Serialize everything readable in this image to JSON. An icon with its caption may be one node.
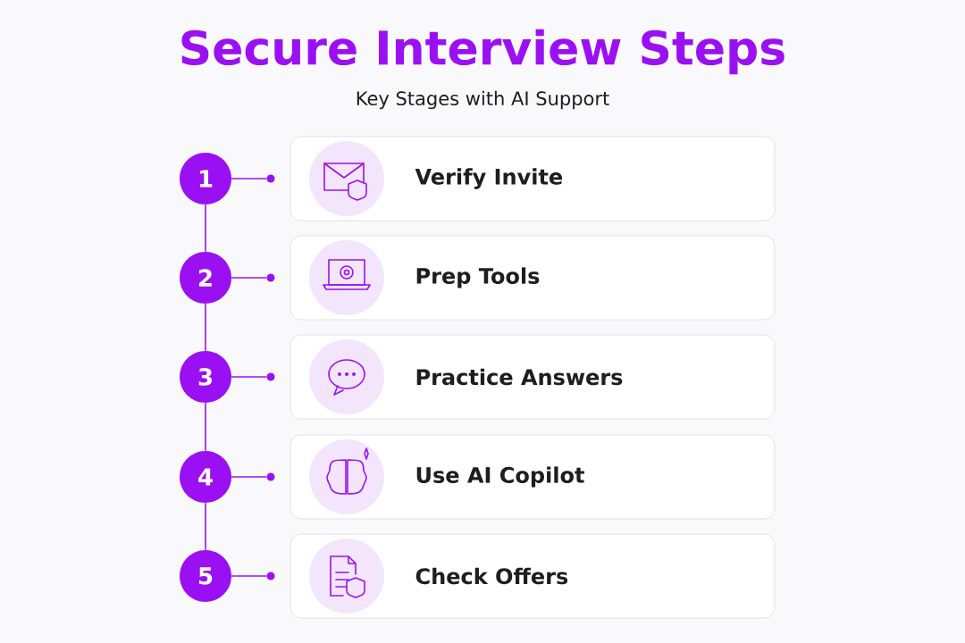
{
  "diagram": {
    "title": "Secure Interview Steps",
    "caption": "Key Stages with AI Support",
    "nodes": [
      {
        "text": [
          "1"
        ]
      },
      {
        "text": [],
        "shape": "circle"
      },
      {
        "text": [
          "Verify Invite"
        ]
      },
      {
        "text": [
          "2"
        ]
      },
      {
        "text": [],
        "shape": "circle"
      },
      {
        "text": [
          "Prep Tools"
        ]
      },
      {
        "text": [
          "3"
        ]
      },
      {
        "text": [],
        "shape": "circle"
      },
      {
        "text": [
          "Practice Answers"
        ]
      },
      {
        "text": [
          "4"
        ]
      },
      {
        "text": [],
        "shape": "circle"
      },
      {
        "text": [
          "Use AI Copilot"
        ]
      },
      {
        "text": [
          "5"
        ]
      },
      {
        "text": [],
        "shape": "circle"
      },
      {
        "text": [
          "Check Offers"
        ]
      }
    ],
    "edges": [
      {
        "from": 0,
        "to": 1,
        "arrow": "none"
      },
      {
        "from": 3,
        "to": 4,
        "arrow": "none"
      },
      {
        "from": 6,
        "to": 7,
        "arrow": "none"
      },
      {
        "from": 9,
        "to": 10,
        "arrow": "none"
      },
      {
        "from": 12,
        "to": 13,
        "arrow": "none"
      },
      {
        "from": 0,
        "to": 3,
        "arrow": "none"
      },
      {
        "from": 3,
        "to": 6,
        "arrow": "none"
      },
      {
        "from": 6,
        "to": 9,
        "arrow": "none"
      },
      {
        "from": 9,
        "to": 12,
        "arrow": "none"
      }
    ]
  }
}
